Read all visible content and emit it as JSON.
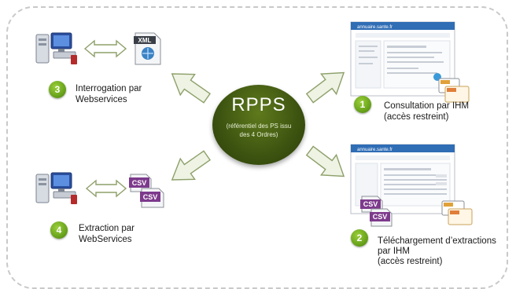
{
  "hub": {
    "title": "RPPS",
    "subtitle": "(référentiel des PS issu des 4 Ordres)"
  },
  "nodes": [
    {
      "number": "1",
      "label_line1": "Consultation par IHM",
      "label_line2": "(accès restreint)",
      "label_line3": ""
    },
    {
      "number": "2",
      "label_line1": "Téléchargement d’extractions",
      "label_line2": "par IHM",
      "label_line3": "(accès restreint)"
    },
    {
      "number": "3",
      "label_line1": "Interrogation par",
      "label_line2": "Webservices",
      "label_line3": ""
    },
    {
      "number": "4",
      "label_line1": "Extraction par",
      "label_line2": "WebServices",
      "label_line3": ""
    }
  ],
  "icons": {
    "xml": "XML",
    "csv": "CSV",
    "site": "annuaire.sante.fr"
  },
  "colors": {
    "hub": "#3c5310",
    "badge": "#6aa41c",
    "arrow_fill": "#eef3e4",
    "arrow_stroke": "#8ea06a",
    "csv": "#7d3a8c",
    "site_header": "#2f6db5"
  }
}
